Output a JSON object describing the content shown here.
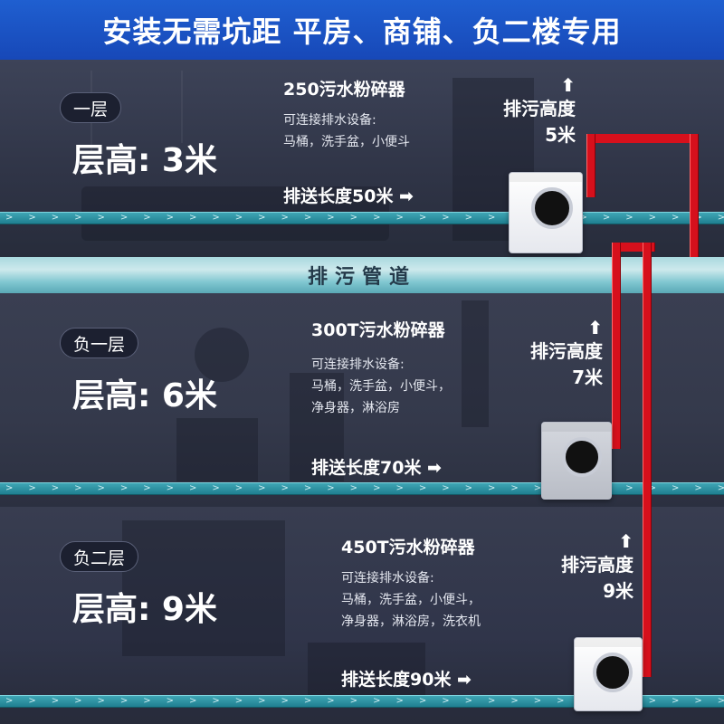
{
  "banner": {
    "title": "安装无需坑距 平房、商铺、负二楼专用"
  },
  "main_pipe": {
    "label": "排污管道"
  },
  "flow_arrow": ">",
  "floors": [
    {
      "level": "一层",
      "height": "层高: 3米",
      "model": "250污水粉碎器",
      "connect_title": "可连接排水设备:",
      "devices": [
        "马桶，洗手盆，小便斗"
      ],
      "distance": "排送长度50米 ➡",
      "lift_label": "排污高度",
      "lift_value": "5米",
      "unit_color": "white"
    },
    {
      "level": "负一层",
      "height": "层高: 6米",
      "model": "300T污水粉碎器",
      "connect_title": "可连接排水设备:",
      "devices": [
        "马桶，洗手盆，小便斗，",
        "净身器，淋浴房"
      ],
      "distance": "排送长度70米 ➡",
      "lift_label": "排污高度",
      "lift_value": "7米",
      "unit_color": "gray"
    },
    {
      "level": "负二层",
      "height": "层高: 9米",
      "model": "450T污水粉碎器",
      "connect_title": "可连接排水设备:",
      "devices": [
        "马桶，洗手盆，小便斗，",
        "净身器，淋浴房，洗衣机"
      ],
      "distance": "排送长度90米 ➡",
      "lift_label": "排污高度",
      "lift_value": "9米",
      "unit_color": "white"
    }
  ],
  "colors": {
    "banner": "#1a50c0",
    "riser": "#d6101c",
    "pipe": "#2a95a5"
  }
}
